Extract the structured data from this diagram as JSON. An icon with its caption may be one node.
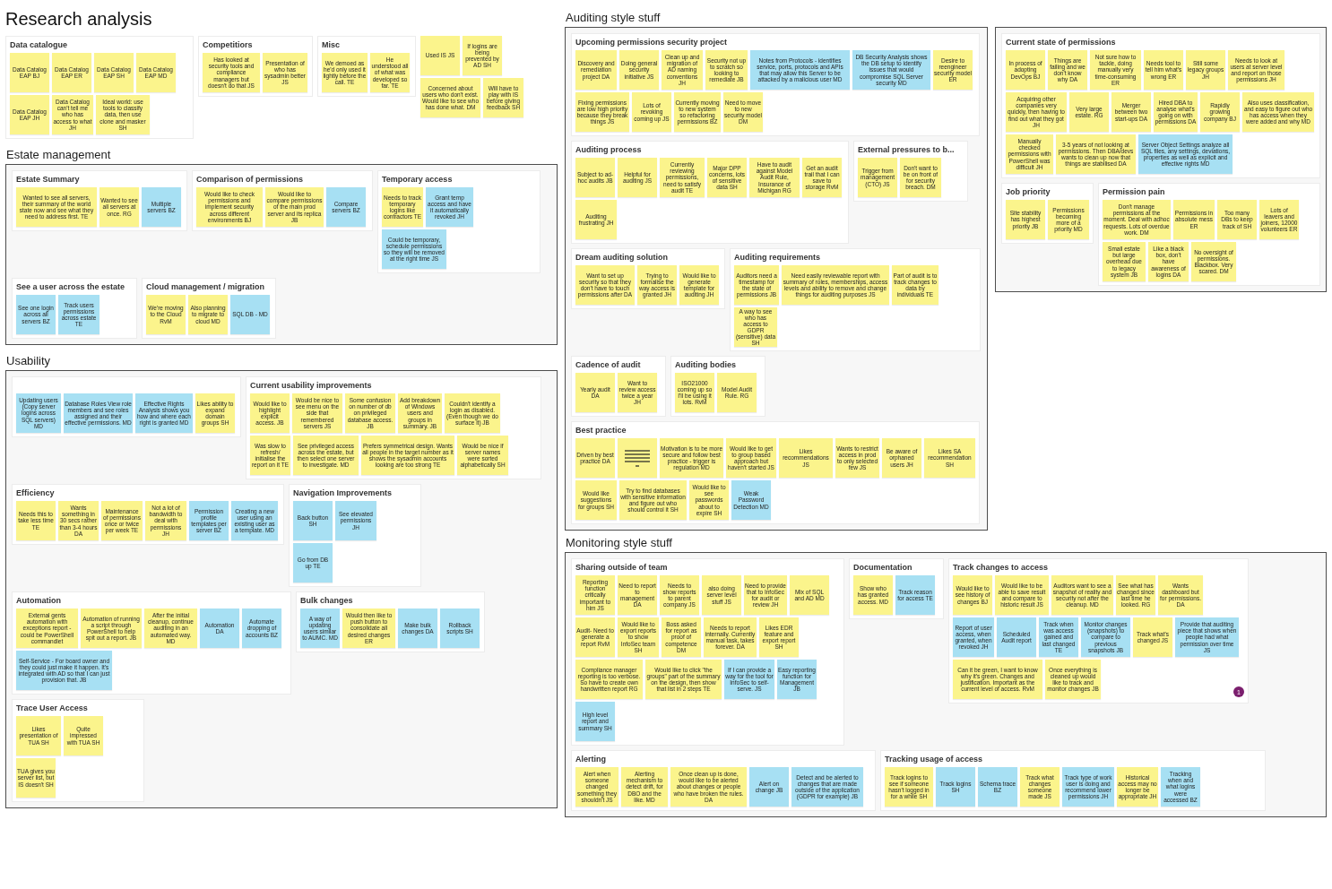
{
  "diagram": {
    "title": "Research analysis",
    "nodes": [
      {
        "text": [
          "Data catalogue"
        ]
      },
      {
        "text": [
          "Data Catalog EAP BJ"
        ],
        "in": 0
      },
      {
        "text": [
          "Data Catalog EAP ER"
        ],
        "in": 0
      },
      {
        "text": [
          "Data Catalog EAP SH"
        ],
        "in": 0
      },
      {
        "text": [
          "Data Catalog EAP MD"
        ],
        "in": 0
      },
      {
        "text": [
          "Data Catalog EAP JH"
        ],
        "in": 0
      },
      {
        "text": [
          "Data Catalog can't tell me who has access to what JH"
        ],
        "in": 0
      },
      {
        "text": [
          "Ideal world: use tools to classify data, then use clone and masker SH"
        ],
        "in": 0
      },
      {
        "text": [
          "Competitiors"
        ]
      },
      {
        "text": [
          "Has looked at security tools and compliance managers but doesn't do that JS"
        ],
        "in": 8
      },
      {
        "text": [
          "Presentation of who has sysadmin better JS"
        ],
        "in": 8
      },
      {
        "text": [
          "Misc"
        ]
      },
      {
        "text": [
          "We demoed as he'd only used it lightly before the call. TE"
        ],
        "in": 11
      },
      {
        "text": [
          "He understood all of what was developed so far. TE"
        ],
        "in": 11
      },
      {
        "text": [
          "Used IS JS"
        ]
      },
      {
        "text": [
          "If logins are being prevented by AD SH"
        ]
      },
      {
        "text": [
          "Concerned about users who don't exist. Would like to see who has done what. DM"
        ]
      },
      {
        "text": [
          "Will have to play with IS before giving feedback SH"
        ]
      },
      {
        "text": [
          "Estate management"
        ]
      },
      {
        "text": [
          "Estate Summary"
        ],
        "in": 18
      },
      {
        "text": [
          "Wanted to see all servers, their summary of the world state now and see what they need to address first. TE"
        ],
        "in": 19
      },
      {
        "text": [
          "Wanted to see all servers at once. RG"
        ],
        "in": 19
      },
      {
        "text": [
          "Multiple servers BZ"
        ],
        "in": 19
      },
      {
        "text": [
          "Comparison of permissions"
        ],
        "in": 18
      },
      {
        "text": [
          "Would like to check permissions and implement security across different environments BJ"
        ],
        "in": 23
      },
      {
        "text": [
          "Would like to compare permissions of the main prod server and its replica JB"
        ],
        "in": 23
      },
      {
        "text": [
          "Compare servers BZ"
        ],
        "in": 23
      },
      {
        "text": [
          "Temporary access"
        ],
        "in": 18
      },
      {
        "text": [
          "Needs to track temporary logins like contractors TE"
        ],
        "in": 27
      },
      {
        "text": [
          "Grant temp access and have it automatically revoked JH"
        ],
        "in": 27
      },
      {
        "text": [
          "Could be temporary, schedule permissions so they will be removed at the right time JS"
        ],
        "in": 27
      },
      {
        "text": [
          "See a user across the estate"
        ],
        "in": 18
      },
      {
        "text": [
          "See one login across all servers BZ"
        ],
        "in": 31
      },
      {
        "text": [
          "Track users permissions across estate TE"
        ],
        "in": 31
      },
      {
        "text": [
          "Cloud management / migration"
        ],
        "in": 18
      },
      {
        "text": [
          "We're moving to the Cloud RvM"
        ],
        "in": 34
      },
      {
        "text": [
          "Also planning to migrate to cloud MD"
        ],
        "in": 34
      },
      {
        "text": [
          "SQL DB - MD"
        ],
        "in": 34
      },
      {
        "text": [
          "Usability"
        ]
      },
      {
        "text": [],
        "shape": "box",
        "in": 38
      },
      {
        "text": [
          "Updating users (Copy server logins across SQL servers) MD"
        ],
        "in": 39
      },
      {
        "text": [
          "Database Roles View role members and see roles assigned and their effective permissions. MD"
        ],
        "in": 39
      },
      {
        "text": [
          "Effective Rights Analysis shows you how and where each right is granted MD"
        ],
        "in": 39
      },
      {
        "text": [
          "Likes ability to expand domain groups SH"
        ],
        "in": 39
      },
      {
        "text": [
          "Current usability improvements"
        ],
        "in": 38
      },
      {
        "text": [
          "Would like to highlight explicit access. JB"
        ],
        "in": 44
      },
      {
        "text": [
          "Would be nice to see menu on the side that remembered servers JS"
        ],
        "in": 44
      },
      {
        "text": [
          "Some confusion on number of db on privileged database access. JB"
        ],
        "in": 44
      },
      {
        "text": [
          "Add breakdown of Windows users and groups in summary. JB"
        ],
        "in": 44
      },
      {
        "text": [
          "Couldn't identify a login as disabled. (Even though we do surface it) JB"
        ],
        "in": 44
      },
      {
        "text": [
          "Was slow to refresh/ initialise the report on it TE"
        ],
        "in": 44
      },
      {
        "text": [
          "See privileged access across the estate, but then select one server to investigate. MD"
        ],
        "in": 44
      },
      {
        "text": [
          "Prefers symmetrical design. Wants all people in the target number as it shows the sysadmin accounts looking are too strong TE"
        ],
        "in": 44
      },
      {
        "text": [
          "Would be nice if server names were sorted alphabetically SH"
        ],
        "in": 44
      },
      {
        "text": [
          "Efficiency"
        ],
        "in": 38
      },
      {
        "text": [
          "Needs this to take less time TE"
        ],
        "in": 54
      },
      {
        "text": [
          "Wants something in 30 secs rather than 3-4 hours DA"
        ],
        "in": 54
      },
      {
        "text": [
          "Maintenance of permissions once or twice per week TE"
        ],
        "in": 54
      },
      {
        "text": [
          "Not a lot of bandwidth to deal with permissions JH"
        ],
        "in": 54
      },
      {
        "text": [
          "Permission profile templates per server BZ"
        ],
        "in": 54
      },
      {
        "text": [
          "Creating a new user using an existing user as a template. MD"
        ],
        "in": 54
      },
      {
        "text": [
          "Navigation Improvements"
        ],
        "in": 38
      },
      {
        "text": [
          "Back button SH"
        ],
        "in": 61
      },
      {
        "text": [
          "See elevated permissions JH"
        ],
        "in": 61
      },
      {
        "text": [
          "Go from DB up TE"
        ],
        "in": 61
      },
      {
        "text": [
          "Automation"
        ],
        "in": 38
      },
      {
        "text": [
          "External gents automation with exceptions report - could be PowerShell commandlet"
        ],
        "in": 65
      },
      {
        "text": [
          "Automation of running a script through PowerShell to help spit out a report. JB"
        ],
        "in": 65
      },
      {
        "text": [
          "After the initial cleanup, continue auditing in an automated way. MD"
        ],
        "in": 65
      },
      {
        "text": [
          "Automation DA"
        ],
        "in": 65
      },
      {
        "text": [
          "Automate dropping of accounts BZ"
        ],
        "in": 65
      },
      {
        "text": [
          "Self-Service - For board owner and they could just make it happen. It's integrated with AD so that I can just provision that. JB"
        ],
        "in": 65
      },
      {
        "text": [
          "Bulk changes"
        ],
        "in": 38
      },
      {
        "text": [
          "A way of updating users similar to AUMC. MD"
        ],
        "in": 72
      },
      {
        "text": [
          "Would then like to push button to consolidate all desired changes ER"
        ],
        "in": 72
      },
      {
        "text": [
          "Make bulk changes DA"
        ],
        "in": 72
      },
      {
        "text": [
          "Rollback scripts SH"
        ],
        "in": 72
      },
      {
        "text": [
          "Trace User Access"
        ],
        "in": 38
      },
      {
        "text": [
          "Likes presentation of TUA SH"
        ],
        "in": 77
      },
      {
        "text": [
          "Quite impressed with TUA SH"
        ],
        "in": 77
      },
      {
        "text": [
          "TUA gives you server list, but IS doesn't SH"
        ],
        "in": 77
      },
      {
        "text": [
          "Auditing style stuff"
        ]
      },
      {
        "text": [
          "Upcoming permissions security project"
        ],
        "in": 81
      },
      {
        "text": [
          "Discovery and remediation project DA"
        ],
        "in": 82
      },
      {
        "text": [
          "Doing general security initiative JS"
        ],
        "in": 82
      },
      {
        "text": [
          "Clean up and migration of AD naming conventions JH"
        ],
        "in": 82
      },
      {
        "text": [
          "Security not up to scratch so looking to remediate JB"
        ],
        "in": 82
      },
      {
        "text": [
          "Notes from Protocols - identifies service, ports, protocols and APIs that may allow this Server to be attacked by a malicious user MD"
        ],
        "in": 82
      },
      {
        "text": [
          "DB Security Analysis shows the DB setup to identify issues that would compromise SQL Server security MD"
        ],
        "in": 82
      },
      {
        "text": [
          "Desire to reengineer security model ER"
        ],
        "in": 82
      },
      {
        "text": [
          "Fixing permissions are low high priority because they break things JS"
        ],
        "in": 82
      },
      {
        "text": [
          "Lots of revoking coming up JS"
        ],
        "in": 82
      },
      {
        "text": [
          "Currently moving to new system so refactoring permissions BZ"
        ],
        "in": 82
      },
      {
        "text": [
          "Need to move to new security model DM"
        ],
        "in": 82
      },
      {
        "text": [
          "Auditing process"
        ],
        "in": 81
      },
      {
        "text": [
          "Subject to ad-hoc audits JB"
        ],
        "in": 94
      },
      {
        "text": [
          "Helpful for auditing JS"
        ],
        "in": 94
      },
      {
        "text": [
          "Currently reviewing permissions, need to satisfy audit TE"
        ],
        "in": 94
      },
      {
        "text": [
          "Major DPP concerns, lots of sensitive data SH"
        ],
        "in": 94
      },
      {
        "text": [
          "Have to audit against Model Audit Rule, Insurance of Michigan RG"
        ],
        "in": 94
      },
      {
        "text": [
          "Get an audit trail that I can save to storage RvM"
        ],
        "in": 94
      },
      {
        "text": [
          "Auditing frustrating JH"
        ],
        "in": 94
      },
      {
        "text": [
          "External pressures to b..."
        ],
        "in": 81
      },
      {
        "text": [
          "Trigger from management (CTO) JS"
        ],
        "in": 102
      },
      {
        "text": [
          "Don't want to be on front of for security breach. DM"
        ],
        "in": 102
      },
      {
        "text": [
          "Dream auditing solution"
        ],
        "in": 81
      },
      {
        "text": [
          "Want to set up security so that they don't have to touch permissions after DA"
        ],
        "in": 105
      },
      {
        "text": [
          "Trying to formalise the way access is granted JH"
        ],
        "in": 105
      },
      {
        "text": [
          "Would like to generate template for auditing JH"
        ],
        "in": 105
      },
      {
        "text": [
          "Auditing requirements"
        ],
        "in": 81
      },
      {
        "text": [
          "Auditors need a timestamp for the state of permissions JB"
        ],
        "in": 109
      },
      {
        "text": [
          "Need easily reviewable report with summary of roles, memberships, access levels and ability to remove and change things for auditing purposes JS"
        ],
        "in": 109
      },
      {
        "text": [
          "Part of audit is to track changes to data by individuals TE"
        ],
        "in": 109
      },
      {
        "text": [
          "A way to see who has access to GDPR (sensitive) data SH"
        ],
        "in": 109
      },
      {
        "text": [
          "Cadence of audit"
        ],
        "in": 81
      },
      {
        "text": [
          "Yearly audit DA"
        ],
        "in": 114
      },
      {
        "text": [
          "Want to review access twice a year JH"
        ],
        "in": 114
      },
      {
        "text": [
          "Auditing bodies"
        ],
        "in": 81
      },
      {
        "text": [
          "ISO21000 coming up so I'll be using it lots. RvM"
        ],
        "in": 117
      },
      {
        "text": [
          "Model Audit Rule. RG"
        ],
        "in": 117
      },
      {
        "text": [
          "Best practice"
        ],
        "in": 81
      },
      {
        "text": [
          "Driven by best practice DA"
        ],
        "in": 120
      },
      {
        "text": [],
        "shape": "picture",
        "in": 120
      },
      {
        "text": [
          "Motivation is to be more secure and follow best practice - trigger is regulation MD"
        ],
        "in": 120
      },
      {
        "text": [
          "Would like to get to group based approach but haven't started JS"
        ],
        "in": 120
      },
      {
        "text": [
          "Likes recommendations JS"
        ],
        "in": 120
      },
      {
        "text": [
          "Wants to restrict access in prod to only selected few JS"
        ],
        "in": 120
      },
      {
        "text": [
          "Be aware of orphaned users JH"
        ],
        "in": 120
      },
      {
        "text": [
          "Likes SA recommendation SH"
        ],
        "in": 120
      },
      {
        "text": [
          "Would like suggestions for groups SH"
        ],
        "in": 120
      },
      {
        "text": [
          "Try to find databases with sensitive information and figure out who should control it SH"
        ],
        "in": 120
      },
      {
        "text": [
          "Would like to see passwords about to expire SH"
        ],
        "in": 120
      },
      {
        "text": [
          "Weak Password Detection MD"
        ],
        "in": 120
      },
      {
        "text": [],
        "shape": "box"
      },
      {
        "text": [
          "Current state of permissions"
        ],
        "in": 133
      },
      {
        "text": [
          "In process of adopting DevOps BJ"
        ],
        "in": 134
      },
      {
        "text": [
          "Things are failing and we don't know why DA"
        ],
        "in": 134
      },
      {
        "text": [
          "Not sure how to tackle, doing manually very time-consuming ER"
        ],
        "in": 134
      },
      {
        "text": [
          "Needs tool to tell him what's wrong ER"
        ],
        "in": 134
      },
      {
        "text": [
          "Still some legacy groups JH"
        ],
        "in": 134
      },
      {
        "text": [
          "Needs to look at users at server level and report on those permissions JH"
        ],
        "in": 134
      },
      {
        "text": [
          "Acquiring other companies very quickly, then having to find out what they got JH"
        ],
        "in": 134
      },
      {
        "text": [
          "Very large estate. RG"
        ],
        "in": 134
      },
      {
        "text": [
          "Merger between two start-ups DA"
        ],
        "in": 134
      },
      {
        "text": [
          "Hired DBA to analyse what's going on with permissions DA"
        ],
        "in": 134
      },
      {
        "text": [
          "Rapidly growing company BJ"
        ],
        "in": 134
      },
      {
        "text": [
          "Also uses classification, and easy to figure out who has access when they were added and why MD"
        ],
        "in": 134
      },
      {
        "text": [
          "Manually checked permissions with PowerShell was difficult JH"
        ],
        "in": 134
      },
      {
        "text": [
          "3-5 years of not looking at permissions. Then DBA/devs wants to clean up now that things are stabilised DA"
        ],
        "in": 134
      },
      {
        "text": [
          "Server Object Settings analyze all SQL files, any settings, deviations, properties as well as explicit and effective rights MD"
        ],
        "in": 134
      },
      {
        "text": [
          "Job priority"
        ],
        "in": 133
      },
      {
        "text": [
          "Site stability has highest priority JB"
        ],
        "in": 150
      },
      {
        "text": [
          "Permissions becoming more of a priority MD"
        ],
        "in": 150
      },
      {
        "text": [
          "Permission pain"
        ],
        "in": 133
      },
      {
        "text": [
          "Don't manage permissions at the moment. Deal with adhoc requests. Lots of overdue work. DM"
        ],
        "in": 153
      },
      {
        "text": [
          "Permissions in absolute mess ER"
        ],
        "in": 153
      },
      {
        "text": [
          "Too many DBs to keep track of SH"
        ],
        "in": 153
      },
      {
        "text": [
          "Lots of leavers and joiners, 12000 volunteers ER"
        ],
        "in": 153
      },
      {
        "text": [
          "Small estate but large overhead due to legacy system JB"
        ],
        "in": 153
      },
      {
        "text": [
          "Like a black box, don't have awareness of logins DA"
        ],
        "in": 153
      },
      {
        "text": [
          "No oversight of permissions. Blackbox. Very scared. DM"
        ],
        "in": 153
      },
      {
        "text": [
          "Monitoring style stuff"
        ]
      },
      {
        "text": [
          "Sharing outside of team"
        ],
        "in": 161
      },
      {
        "text": [
          "Reporting function critically important to him JS"
        ],
        "in": 162
      },
      {
        "text": [
          "Need to report to management DA"
        ],
        "in": 162
      },
      {
        "text": [
          "Needs to show reports to parent company JS"
        ],
        "in": 162
      },
      {
        "text": [
          "also doing server level stuff JS"
        ],
        "in": 162
      },
      {
        "text": [
          "Need to provide that to InfoSec for audit or review JH"
        ],
        "in": 162
      },
      {
        "text": [
          "Mix of SQL and AD MD"
        ],
        "in": 162
      },
      {
        "text": [
          "Audit- Need to generate a report RvM"
        ],
        "in": 162
      },
      {
        "text": [
          "Would like to export reports to show InfoSec team SH"
        ],
        "in": 162
      },
      {
        "text": [
          "Boss asked for report as proof of competence DM"
        ],
        "in": 162
      },
      {
        "text": [
          "Needs to report internally. Currently manual task, takes forever. DA"
        ],
        "in": 162
      },
      {
        "text": [
          "Likes EDR feature and export report SH"
        ],
        "in": 162
      },
      {
        "text": [
          "Compliance manager reporting is too verbose. So have to create own handwritten report RG"
        ],
        "in": 162
      },
      {
        "text": [
          "Would like to click \"the groups\" part of the summary on the design, then show that list in 2 steps TE"
        ],
        "in": 162
      },
      {
        "text": [
          "If I can provide a way for the tool for InfoSec to self-serve. JS"
        ],
        "in": 162
      },
      {
        "text": [
          "Easy reporting function for Management JB"
        ],
        "in": 162
      },
      {
        "text": [
          "High level report and summary SH"
        ],
        "in": 162
      },
      {
        "text": [
          "Documentation"
        ],
        "in": 161
      },
      {
        "text": [
          "Show who has granted access. MD"
        ],
        "in": 179
      },
      {
        "text": [
          "Track reason for access TE"
        ],
        "in": 179
      },
      {
        "text": [
          "Track changes to access"
        ],
        "in": 161
      },
      {
        "text": [
          "Would like to see history of changes BJ"
        ],
        "in": 182
      },
      {
        "text": [
          "Would like to be able to save result and compare to historic result JS"
        ],
        "in": 182
      },
      {
        "text": [
          "Auditors want to see a snapshot of reality and security not after the cleanup. MD"
        ],
        "in": 182
      },
      {
        "text": [
          "See what has changed since last time he looked. RG"
        ],
        "in": 182
      },
      {
        "text": [
          "Wants dashboard but for permissions. DA"
        ],
        "in": 182
      },
      {
        "text": [
          "Report of user access, when granted, when revoked JH"
        ],
        "in": 182
      },
      {
        "text": [
          "Scheduled Audit report"
        ],
        "in": 182
      },
      {
        "text": [
          "Track when was access gained and last changed TE"
        ],
        "in": 182
      },
      {
        "text": [
          "Monitor changes (snapshots) to compare to previous snapshots JB"
        ],
        "in": 182
      },
      {
        "text": [
          "Track what's changed JS"
        ],
        "in": 182
      },
      {
        "text": [
          "Provide that auditing piece that shows when people had what permission over time JS"
        ],
        "in": 182
      },
      {
        "text": [
          "Can it be green, I want to know why it's green. Changes and justification. Important as the current level of access. RvM"
        ],
        "in": 182
      },
      {
        "text": [
          "Once everything is cleaned up would like to track and monitor changes JB"
        ],
        "in": 182
      },
      {
        "text": [
          "Alerting"
        ],
        "in": 161
      },
      {
        "text": [
          "Alert when someone changed something they shouldn't JS"
        ],
        "in": 196
      },
      {
        "text": [
          "Alerting mechanism to detect drift, for DBO and the like. MD"
        ],
        "in": 196
      },
      {
        "text": [
          "Once clean up is done, would like to be alerted about changes or people who have broken the rules. DA"
        ],
        "in": 196
      },
      {
        "text": [
          "Alert on change JB"
        ],
        "in": 196
      },
      {
        "text": [
          "Detect and be alerted to changes that are made outside of the application (GDPR for example) JB"
        ],
        "in": 196
      },
      {
        "text": [
          "Tracking usage of access"
        ],
        "in": 161
      },
      {
        "text": [
          "Track logins to see if someone hasn't logged in for a while SH"
        ],
        "in": 202
      },
      {
        "text": [
          "Track logins SH"
        ],
        "in": 202
      },
      {
        "text": [
          "Schema trace BZ"
        ],
        "in": 202
      },
      {
        "text": [
          "Track what changes someone made JS"
        ],
        "in": 202
      },
      {
        "text": [
          "Track type of work user is doing and recommend lower permissions JH"
        ],
        "in": 202
      },
      {
        "text": [
          "Historical access may no longer be appropriate JH"
        ],
        "in": 202
      },
      {
        "text": [
          "Tracking when and what logins were accessed BZ"
        ],
        "in": 202
      }
    ],
    "labels": [
      "1"
    ]
  }
}
